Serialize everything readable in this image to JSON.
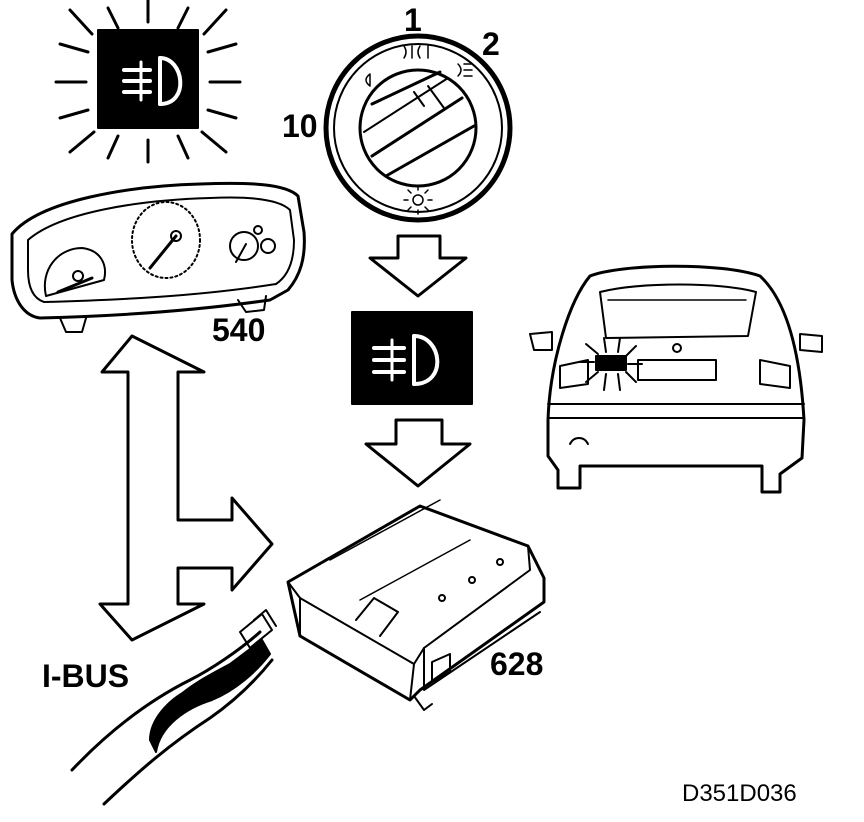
{
  "labels": {
    "switch_pos_1": "1",
    "switch_pos_2": "2",
    "switch_pos_10": "10",
    "instrument_cluster": "540",
    "control_module": "628",
    "bus": "I-BUS",
    "figure_code": "D351D036"
  },
  "colors": {
    "ink": "#000000",
    "paper": "#ffffff"
  },
  "icons": [
    "rear-fog-light-icon",
    "rear-fog-light-icon"
  ]
}
